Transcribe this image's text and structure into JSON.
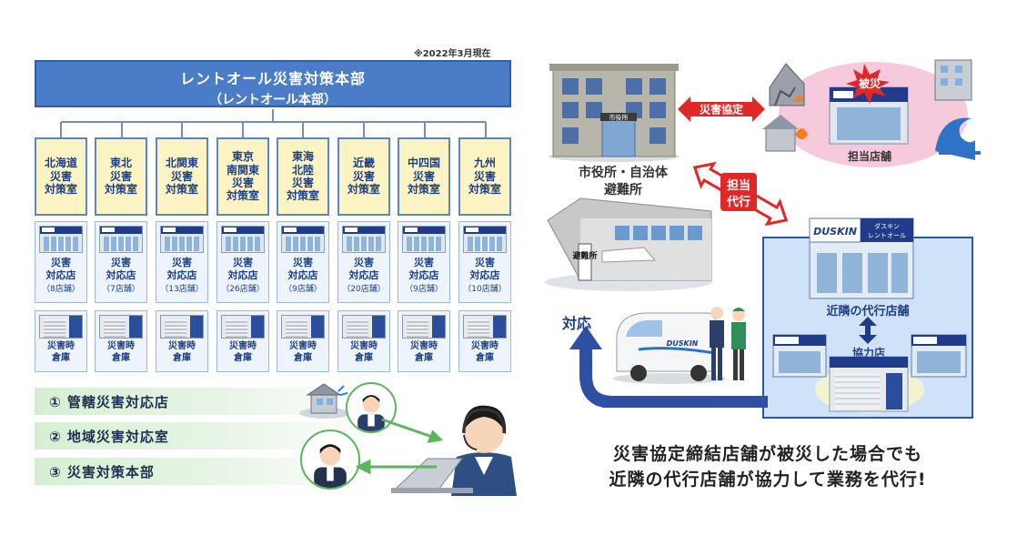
{
  "note": "※2022年3月現在",
  "hq": {
    "line1": "レントオール災害対策本部",
    "line2": "（レントオール本部）"
  },
  "regions": [
    {
      "office": "北海道\n災害\n対策室",
      "store": "災害\n対応店",
      "count": "（8店舗）",
      "warehouse": "災害時\n倉庫"
    },
    {
      "office": "東北\n災害\n対策室",
      "store": "災害\n対応店",
      "count": "（7店舗）",
      "warehouse": "災害時\n倉庫"
    },
    {
      "office": "北関東\n災害\n対策室",
      "store": "災害\n対応店",
      "count": "（13店舗）",
      "warehouse": "災害時\n倉庫"
    },
    {
      "office": "東京\n南関東\n災害\n対策室",
      "store": "災害\n対応店",
      "count": "（26店舗）",
      "warehouse": "災害時\n倉庫"
    },
    {
      "office": "東海\n北陸\n災害\n対策室",
      "store": "災害\n対応店",
      "count": "（9店舗）",
      "warehouse": "災害時\n倉庫"
    },
    {
      "office": "近畿\n災害\n対策室",
      "store": "災害\n対応店",
      "count": "（20店舗）",
      "warehouse": "災害時\n倉庫"
    },
    {
      "office": "中四国\n災害\n対策室",
      "store": "災害\n対応店",
      "count": "（9店舗）",
      "warehouse": "災害時\n倉庫"
    },
    {
      "office": "九州\n災害\n対策室",
      "store": "災害\n対応店",
      "count": "（10店舗）",
      "warehouse": "災害時\n倉庫"
    }
  ],
  "flow": [
    "① 管轄災害対応店",
    "② 地域災害対応室",
    "③ 災害対策本部"
  ],
  "right": {
    "city_hall_sign": "市役所",
    "city_label_1": "市役所・自治体",
    "city_label_2": "避難所",
    "shelter_sign": "避難所",
    "agreement": "災害協定",
    "damaged": "被災",
    "assigned_store": "担当店舗",
    "tanto_1": "担当",
    "tanto_2": "代行",
    "brand": "DUSKIN",
    "brand_sub": "ダスキン\nレントオール",
    "nearby_store": "近隣の代行店舗",
    "coop_store": "協力店",
    "response": "対応",
    "summary_1": "災害協定締結店舗が被災した場合でも",
    "summary_2": "近隣の代行店舗が協力して業務を代行!"
  },
  "colors": {
    "hq": "#4a7cc7",
    "office_fill": "#fdf4c4",
    "border_blue": "#2a55b0",
    "red": "#e02828",
    "green": "#5bb55e",
    "arrow_blue": "#2e4fa3"
  }
}
